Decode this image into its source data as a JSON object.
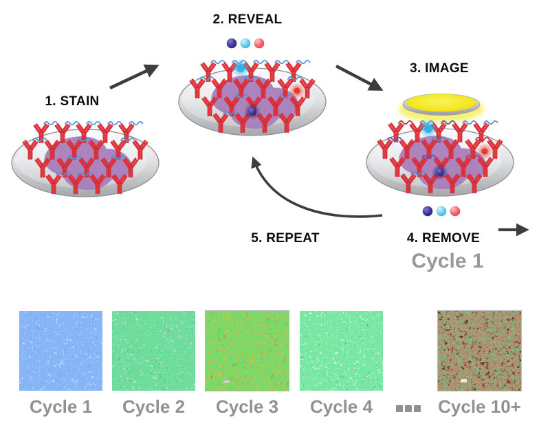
{
  "workflow": {
    "steps": {
      "stain": {
        "label": "1. STAIN"
      },
      "reveal": {
        "label": "2. REVEAL"
      },
      "image": {
        "label": "3. IMAGE"
      },
      "remove": {
        "label": "4. REMOVE"
      },
      "repeat": {
        "label": "5. REPEAT"
      }
    },
    "cycle_annotation": "Cycle 1",
    "colors": {
      "antibody_red": "#e8333b",
      "tissue_purple": "#a87cba",
      "oligo_blue": "#4f93d8",
      "fluor_navy": "#39318f",
      "fluor_cyan": "#62c8f0",
      "fluor_red": "#f2606a",
      "illumination_yellow": "#f2e71e",
      "arrow_gray": "#3d3d3d",
      "annotation_gray": "#97999d"
    }
  },
  "gallery": {
    "caption_color": "#8f9195",
    "items": [
      {
        "label": "Cycle 1",
        "appearance": "blue membrane stain over gray nuclei"
      },
      {
        "label": "Cycle 2",
        "appearance": "green membrane stain over gray nuclei"
      },
      {
        "label": "Cycle 3",
        "appearance": "dense red and orange stain with green speckles"
      },
      {
        "label": "Cycle 4",
        "appearance": "sparse green stain over gray nuclei"
      },
      {
        "label": "Cycle 10+",
        "appearance": "sparse green cells on black"
      }
    ]
  }
}
